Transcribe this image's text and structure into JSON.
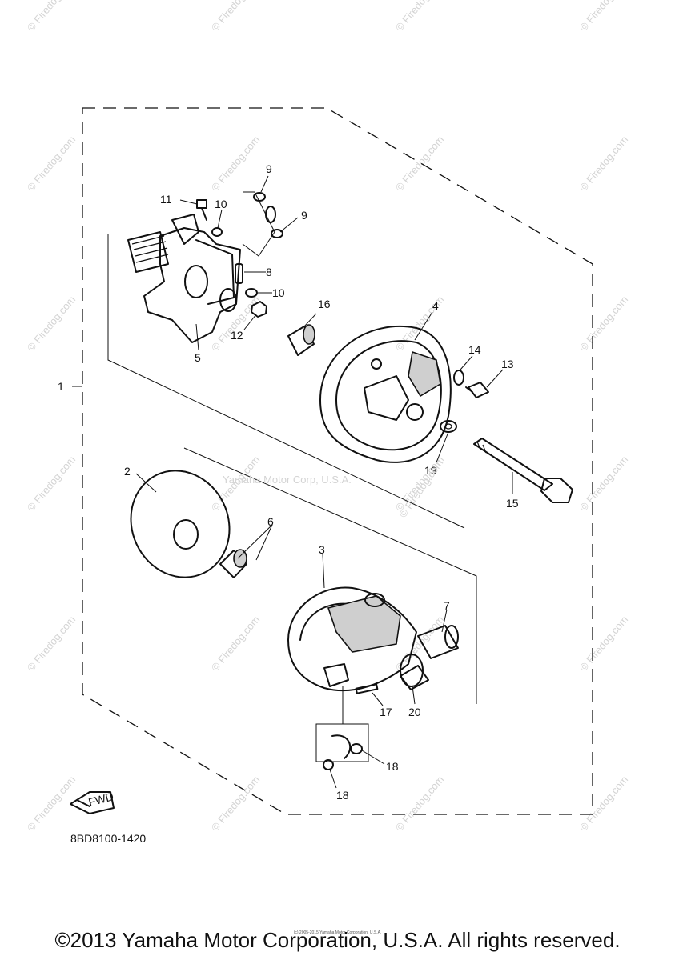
{
  "diagram": {
    "watermark_text": "© Firedog.com",
    "center_watermark": "Yamaha Motor Corp, U.S.A.",
    "center_watermark_b": "© Firedog.com",
    "diagram_code": "8BD8100-1420",
    "fwd_label": "FWD",
    "callouts": [
      "1",
      "2",
      "3",
      "4",
      "5",
      "6",
      "7",
      "8",
      "9",
      "9",
      "10",
      "10",
      "11",
      "12",
      "13",
      "14",
      "15",
      "16",
      "17",
      "18",
      "18",
      "19",
      "20"
    ],
    "tiny_notice": "(c) 2005-2015 Yamaha Motor Corporation, U.S.A.",
    "copyright": "©2013 Yamaha Motor Corporation, U.S.A. All rights reserved."
  }
}
